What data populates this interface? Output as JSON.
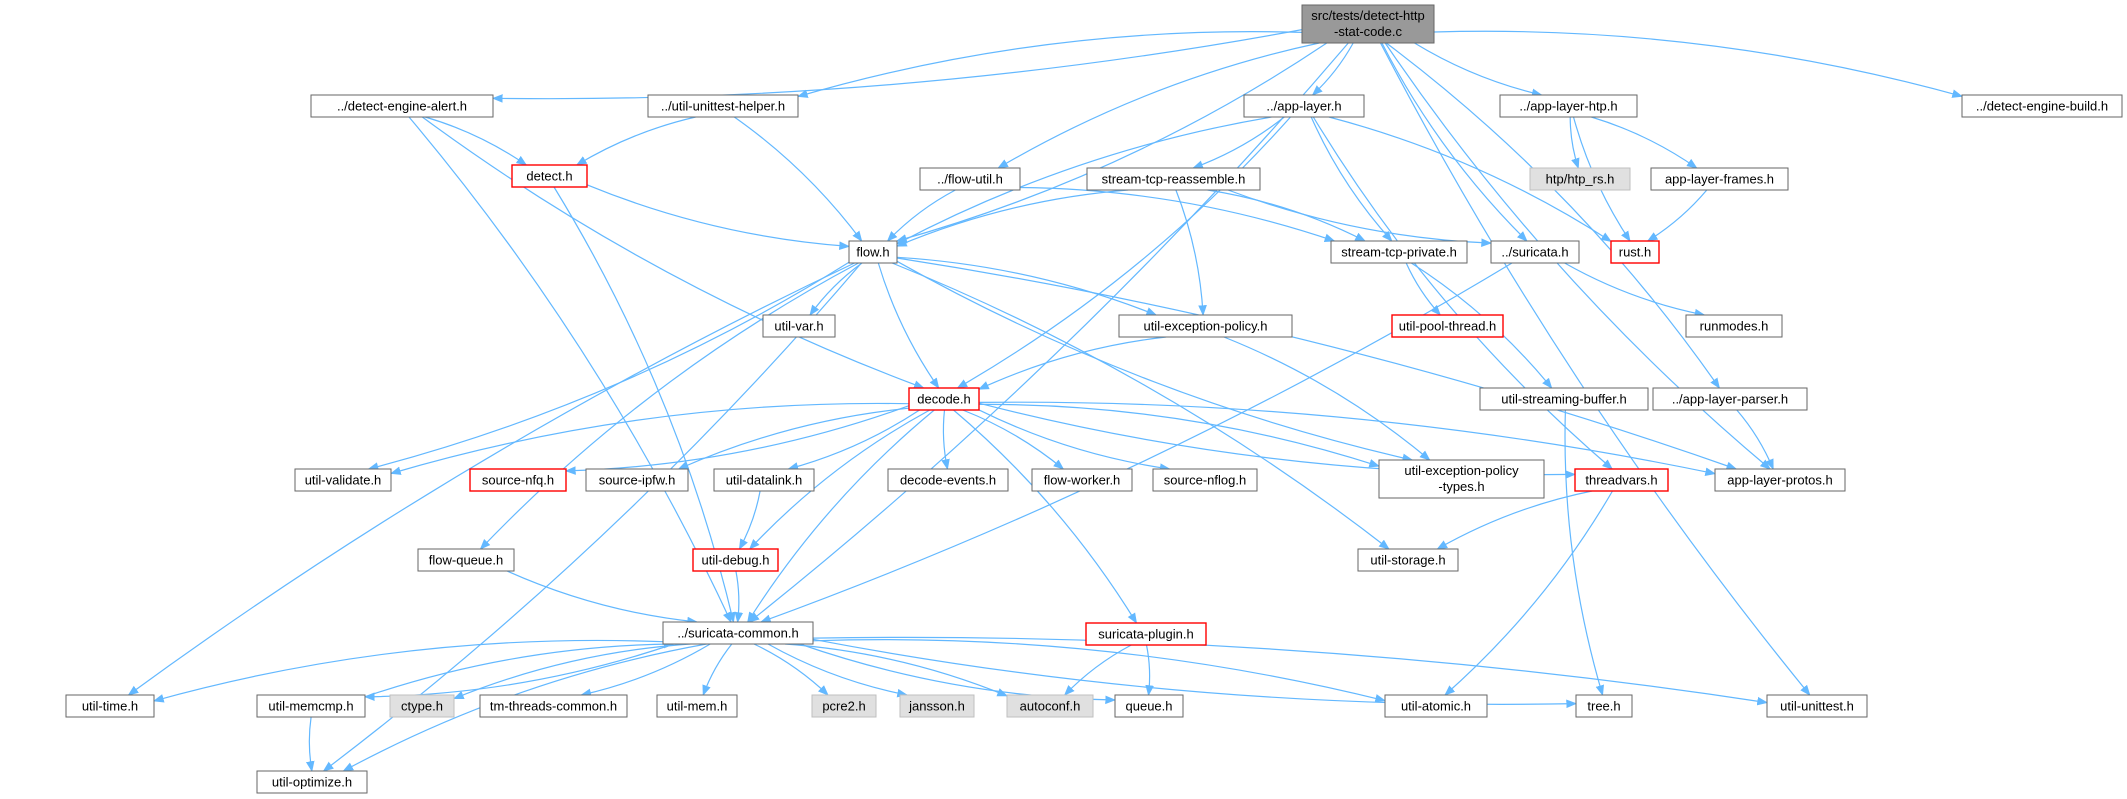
{
  "colors": {
    "edge": "#63b8ff",
    "border": "#666666",
    "border_incomplete": "#ff0000",
    "fill": "#ffffff",
    "fill_root": "#999999",
    "fill_external": "#e0e0e0",
    "text": "#000000"
  },
  "nodes": [
    {
      "id": "root",
      "lines": [
        "src/tests/detect-http",
        "-stat-code.c"
      ],
      "kind": "root"
    },
    {
      "id": "alert",
      "lines": [
        "../detect-engine-alert.h"
      ],
      "kind": "normal"
    },
    {
      "id": "unittest_helper",
      "lines": [
        "../util-unittest-helper.h"
      ],
      "kind": "normal"
    },
    {
      "id": "app_layer",
      "lines": [
        "../app-layer.h"
      ],
      "kind": "normal"
    },
    {
      "id": "app_layer_htp",
      "lines": [
        "../app-layer-htp.h"
      ],
      "kind": "normal"
    },
    {
      "id": "engine_build",
      "lines": [
        "../detect-engine-build.h"
      ],
      "kind": "normal"
    },
    {
      "id": "detect",
      "lines": [
        "detect.h"
      ],
      "kind": "incomplete"
    },
    {
      "id": "flow_util",
      "lines": [
        "../flow-util.h"
      ],
      "kind": "normal"
    },
    {
      "id": "tcp_reassemble",
      "lines": [
        "stream-tcp-reassemble.h"
      ],
      "kind": "normal"
    },
    {
      "id": "htp_rs",
      "lines": [
        "htp/htp_rs.h"
      ],
      "kind": "external"
    },
    {
      "id": "frames",
      "lines": [
        "app-layer-frames.h"
      ],
      "kind": "normal"
    },
    {
      "id": "flow",
      "lines": [
        "flow.h"
      ],
      "kind": "normal"
    },
    {
      "id": "tcp_private",
      "lines": [
        "stream-tcp-private.h"
      ],
      "kind": "normal"
    },
    {
      "id": "suricata",
      "lines": [
        "../suricata.h"
      ],
      "kind": "normal"
    },
    {
      "id": "rust",
      "lines": [
        "rust.h"
      ],
      "kind": "incomplete"
    },
    {
      "id": "util_var",
      "lines": [
        "util-var.h"
      ],
      "kind": "normal"
    },
    {
      "id": "exception_policy",
      "lines": [
        "util-exception-policy.h"
      ],
      "kind": "normal"
    },
    {
      "id": "pool_thread",
      "lines": [
        "util-pool-thread.h"
      ],
      "kind": "incomplete"
    },
    {
      "id": "runmodes",
      "lines": [
        "runmodes.h"
      ],
      "kind": "normal"
    },
    {
      "id": "decode",
      "lines": [
        "decode.h"
      ],
      "kind": "incomplete"
    },
    {
      "id": "streaming_buffer",
      "lines": [
        "util-streaming-buffer.h"
      ],
      "kind": "normal"
    },
    {
      "id": "app_parser",
      "lines": [
        "../app-layer-parser.h"
      ],
      "kind": "normal"
    },
    {
      "id": "validate",
      "lines": [
        "util-validate.h"
      ],
      "kind": "normal"
    },
    {
      "id": "source_nfq",
      "lines": [
        "source-nfq.h"
      ],
      "kind": "incomplete"
    },
    {
      "id": "source_ipfw",
      "lines": [
        "source-ipfw.h"
      ],
      "kind": "normal"
    },
    {
      "id": "datalink",
      "lines": [
        "util-datalink.h"
      ],
      "kind": "normal"
    },
    {
      "id": "decode_events",
      "lines": [
        "decode-events.h"
      ],
      "kind": "normal"
    },
    {
      "id": "flow_worker",
      "lines": [
        "flow-worker.h"
      ],
      "kind": "normal"
    },
    {
      "id": "source_nflog",
      "lines": [
        "source-nflog.h"
      ],
      "kind": "normal"
    },
    {
      "id": "exception_types",
      "lines": [
        "util-exception-policy",
        "-types.h"
      ],
      "kind": "normal"
    },
    {
      "id": "threadvars",
      "lines": [
        "threadvars.h"
      ],
      "kind": "incomplete"
    },
    {
      "id": "protos",
      "lines": [
        "app-layer-protos.h"
      ],
      "kind": "normal"
    },
    {
      "id": "flow_queue",
      "lines": [
        "flow-queue.h"
      ],
      "kind": "normal"
    },
    {
      "id": "util_debug",
      "lines": [
        "util-debug.h"
      ],
      "kind": "incomplete"
    },
    {
      "id": "util_storage",
      "lines": [
        "util-storage.h"
      ],
      "kind": "normal"
    },
    {
      "id": "plugin",
      "lines": [
        "suricata-plugin.h"
      ],
      "kind": "incomplete"
    },
    {
      "id": "common",
      "lines": [
        "../suricata-common.h"
      ],
      "kind": "normal"
    },
    {
      "id": "util_time",
      "lines": [
        "util-time.h"
      ],
      "kind": "normal"
    },
    {
      "id": "memcmp",
      "lines": [
        "util-memcmp.h"
      ],
      "kind": "normal"
    },
    {
      "id": "ctype",
      "lines": [
        "ctype.h"
      ],
      "kind": "external"
    },
    {
      "id": "tm_threads",
      "lines": [
        "tm-threads-common.h"
      ],
      "kind": "normal"
    },
    {
      "id": "util_mem",
      "lines": [
        "util-mem.h"
      ],
      "kind": "normal"
    },
    {
      "id": "pcre2",
      "lines": [
        "pcre2.h"
      ],
      "kind": "external"
    },
    {
      "id": "jansson",
      "lines": [
        "jansson.h"
      ],
      "kind": "external"
    },
    {
      "id": "autoconf",
      "lines": [
        "autoconf.h"
      ],
      "kind": "external"
    },
    {
      "id": "queue",
      "lines": [
        "queue.h"
      ],
      "kind": "normal"
    },
    {
      "id": "atomic",
      "lines": [
        "util-atomic.h"
      ],
      "kind": "normal"
    },
    {
      "id": "tree",
      "lines": [
        "tree.h"
      ],
      "kind": "normal"
    },
    {
      "id": "unittest",
      "lines": [
        "util-unittest.h"
      ],
      "kind": "normal"
    },
    {
      "id": "optimize",
      "lines": [
        "util-optimize.h"
      ],
      "kind": "normal"
    }
  ],
  "edges": [
    [
      "root",
      "alert"
    ],
    [
      "root",
      "unittest_helper"
    ],
    [
      "root",
      "app_layer"
    ],
    [
      "root",
      "app_layer_htp"
    ],
    [
      "root",
      "engine_build"
    ],
    [
      "root",
      "flow_util"
    ],
    [
      "root",
      "flow"
    ],
    [
      "root",
      "suricata"
    ],
    [
      "root",
      "app_parser"
    ],
    [
      "root",
      "protos"
    ],
    [
      "root",
      "common"
    ],
    [
      "root",
      "unittest"
    ],
    [
      "alert",
      "detect"
    ],
    [
      "alert",
      "decode"
    ],
    [
      "alert",
      "common"
    ],
    [
      "unittest_helper",
      "detect"
    ],
    [
      "unittest_helper",
      "flow"
    ],
    [
      "detect",
      "flow"
    ],
    [
      "detect",
      "common"
    ],
    [
      "app_layer",
      "flow"
    ],
    [
      "app_layer",
      "tcp_reassemble"
    ],
    [
      "app_layer",
      "tcp_private"
    ],
    [
      "app_layer",
      "decode"
    ],
    [
      "app_layer",
      "threadvars"
    ],
    [
      "app_layer",
      "rust"
    ],
    [
      "app_layer_htp",
      "htp_rs"
    ],
    [
      "app_layer_htp",
      "frames"
    ],
    [
      "app_layer_htp",
      "rust"
    ],
    [
      "frames",
      "rust"
    ],
    [
      "flow_util",
      "flow"
    ],
    [
      "flow_util",
      "tcp_private"
    ],
    [
      "tcp_reassemble",
      "flow"
    ],
    [
      "tcp_reassemble",
      "tcp_private"
    ],
    [
      "tcp_reassemble",
      "suricata"
    ],
    [
      "tcp_reassemble",
      "exception_policy"
    ],
    [
      "tcp_private",
      "pool_thread"
    ],
    [
      "tcp_private",
      "streaming_buffer"
    ],
    [
      "suricata",
      "runmodes"
    ],
    [
      "suricata",
      "common"
    ],
    [
      "flow",
      "util_var"
    ],
    [
      "flow",
      "exception_policy"
    ],
    [
      "flow",
      "decode"
    ],
    [
      "flow",
      "validate"
    ],
    [
      "flow",
      "flow_queue"
    ],
    [
      "flow",
      "util_storage"
    ],
    [
      "flow",
      "exception_types"
    ],
    [
      "flow",
      "protos"
    ],
    [
      "flow",
      "util_time"
    ],
    [
      "flow",
      "optimize"
    ],
    [
      "exception_policy",
      "decode"
    ],
    [
      "exception_policy",
      "exception_types"
    ],
    [
      "decode",
      "validate"
    ],
    [
      "decode",
      "source_nfq"
    ],
    [
      "decode",
      "source_ipfw"
    ],
    [
      "decode",
      "datalink"
    ],
    [
      "decode",
      "decode_events"
    ],
    [
      "decode",
      "flow_worker"
    ],
    [
      "decode",
      "source_nflog"
    ],
    [
      "decode",
      "exception_types"
    ],
    [
      "decode",
      "threadvars"
    ],
    [
      "decode",
      "protos"
    ],
    [
      "decode",
      "util_debug"
    ],
    [
      "decode",
      "plugin"
    ],
    [
      "decode",
      "common"
    ],
    [
      "datalink",
      "util_debug"
    ],
    [
      "threadvars",
      "util_storage"
    ],
    [
      "threadvars",
      "atomic"
    ],
    [
      "streaming_buffer",
      "tree"
    ],
    [
      "app_parser",
      "protos"
    ],
    [
      "flow_queue",
      "common"
    ],
    [
      "util_debug",
      "common"
    ],
    [
      "plugin",
      "autoconf"
    ],
    [
      "plugin",
      "queue"
    ],
    [
      "common",
      "util_time"
    ],
    [
      "common",
      "memcmp"
    ],
    [
      "common",
      "ctype"
    ],
    [
      "common",
      "tm_threads"
    ],
    [
      "common",
      "util_mem"
    ],
    [
      "common",
      "pcre2"
    ],
    [
      "common",
      "jansson"
    ],
    [
      "common",
      "autoconf"
    ],
    [
      "common",
      "queue"
    ],
    [
      "common",
      "atomic"
    ],
    [
      "common",
      "tree"
    ],
    [
      "common",
      "unittest"
    ],
    [
      "common",
      "optimize"
    ],
    [
      "memcmp",
      "common"
    ],
    [
      "memcmp",
      "optimize"
    ]
  ]
}
